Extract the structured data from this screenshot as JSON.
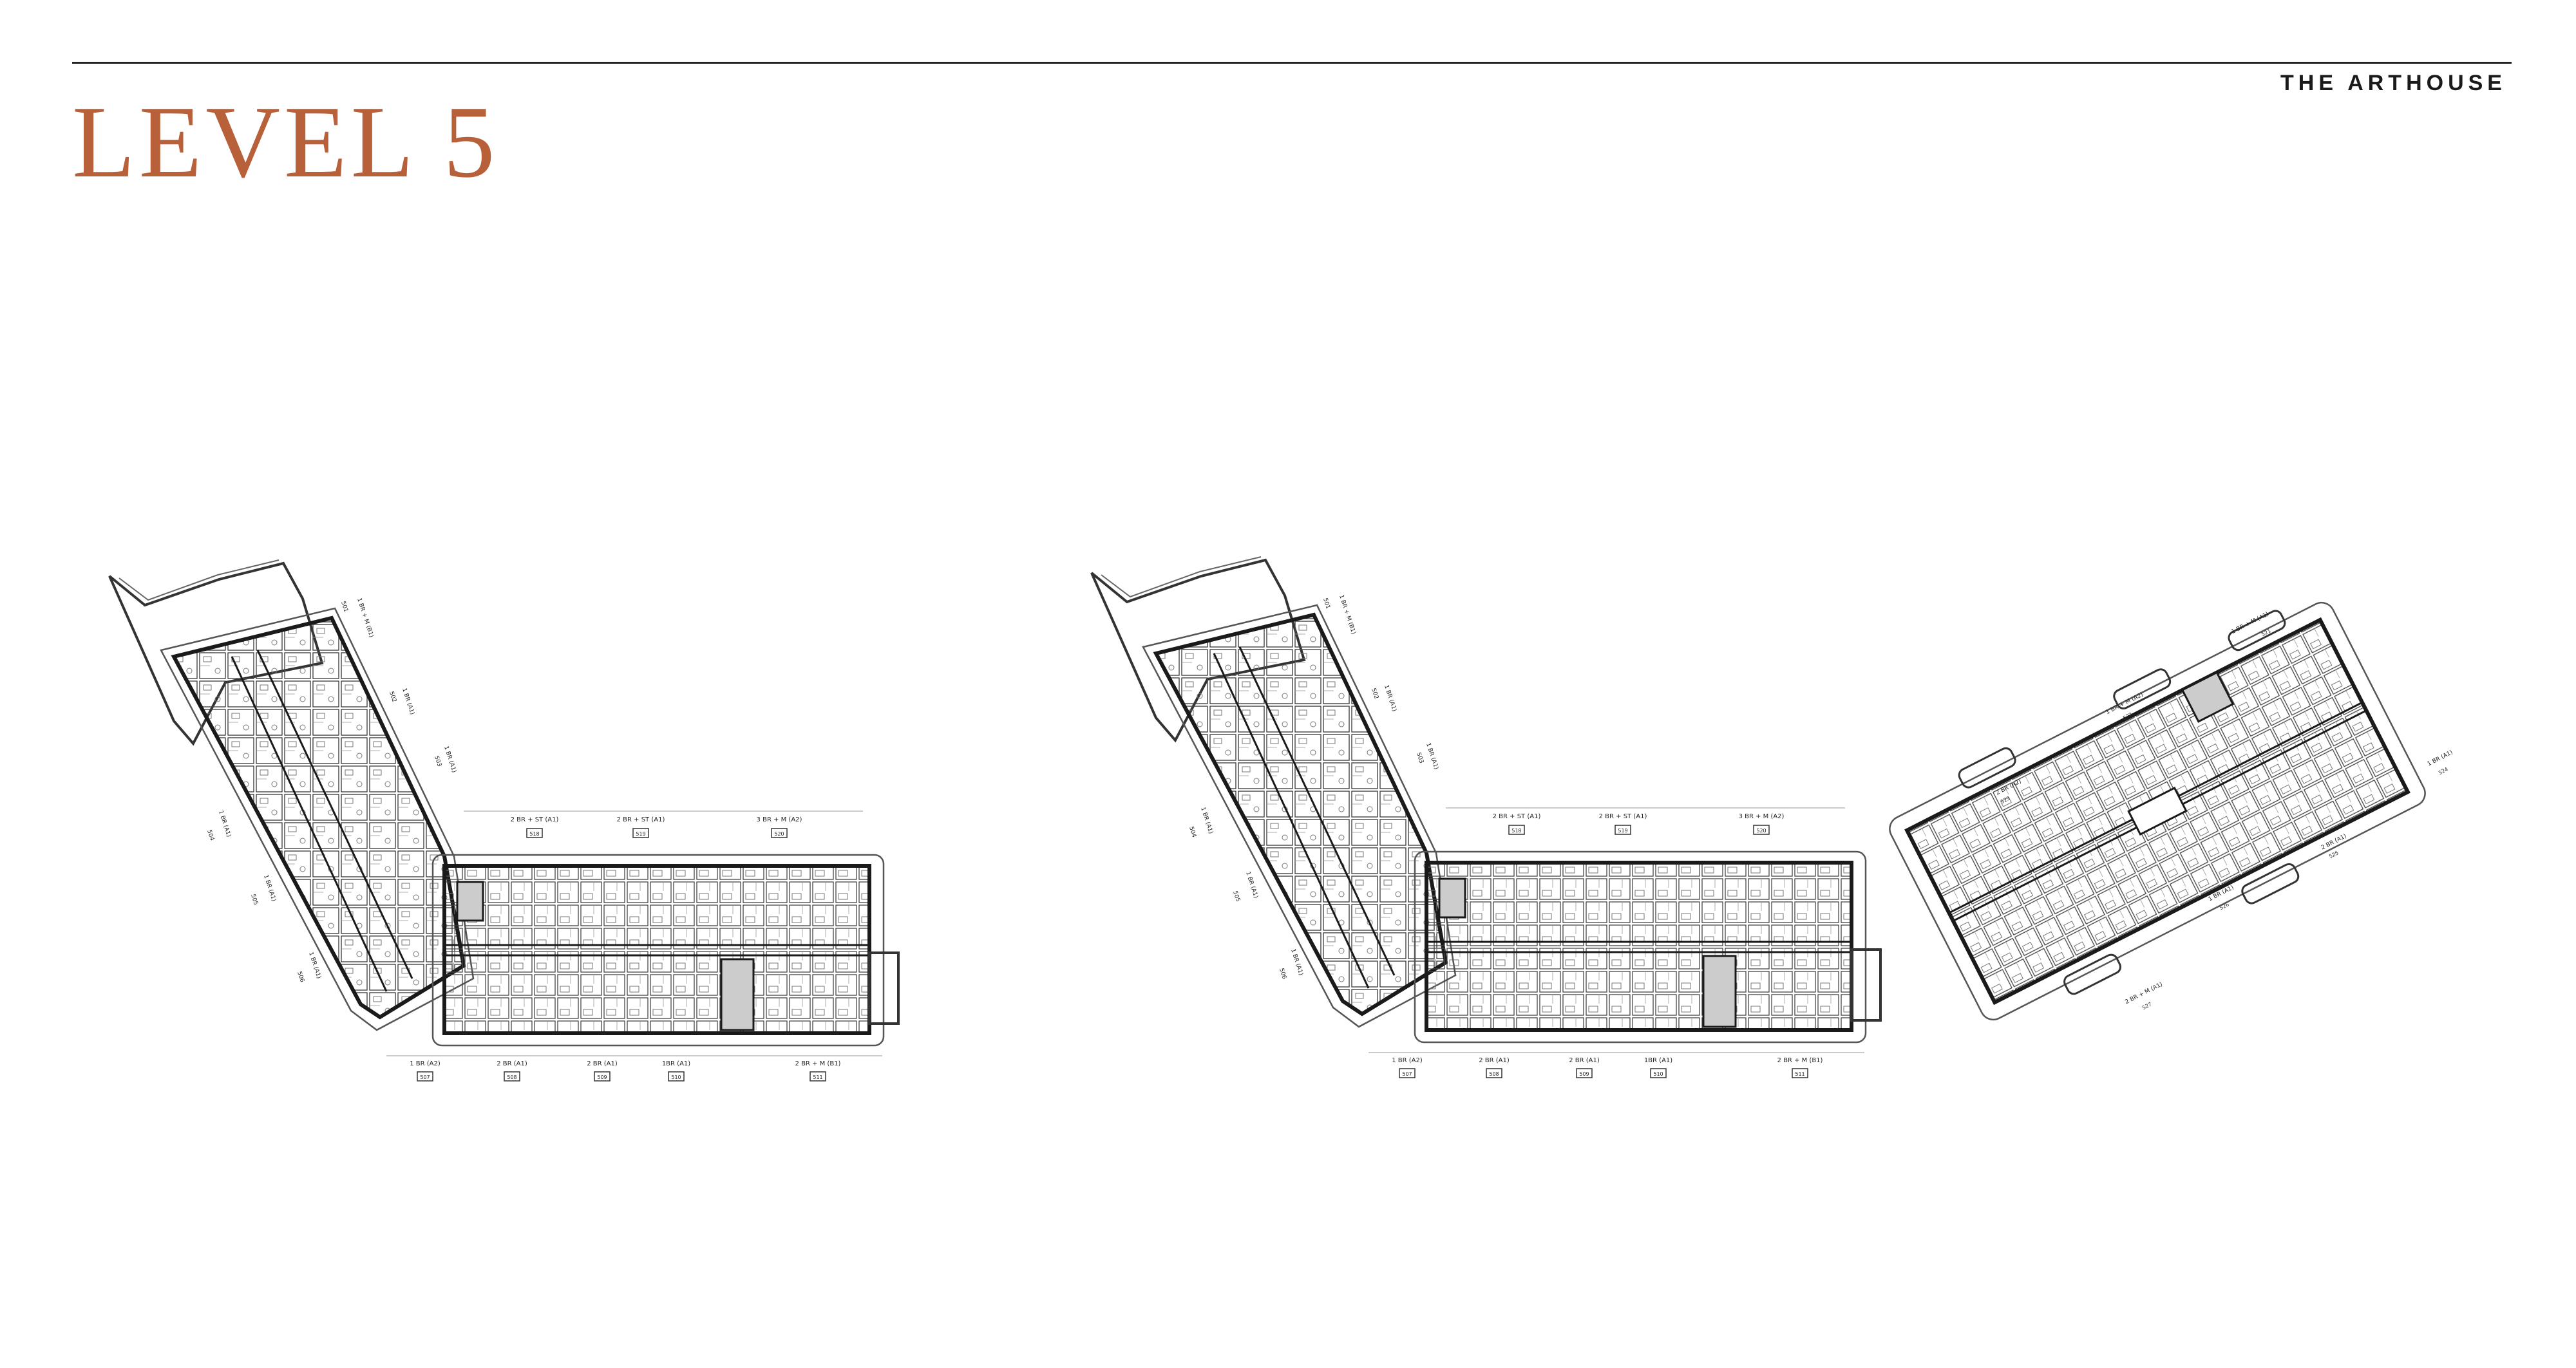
{
  "header": {
    "brand": "THE ARTHOUSE",
    "title": "LEVEL 5",
    "title_color": "#b8603a"
  },
  "plans": [
    {
      "id": "plan-a",
      "top_labels": [
        {
          "type": "2 BR + ST (A1)",
          "unit": "518"
        },
        {
          "type": "2 BR + ST (A1)",
          "unit": "519"
        },
        {
          "type": "3 BR + M (A2)",
          "unit": "520"
        }
      ],
      "bottom_labels": [
        {
          "type": "1 BR (A2)",
          "unit": "507"
        },
        {
          "type": "2 BR (A1)",
          "unit": "508"
        },
        {
          "type": "2 BR (A1)",
          "unit": "509"
        },
        {
          "type": "1BR (A1)",
          "unit": "510"
        },
        {
          "type": "2 BR + M (B1)",
          "unit": "511"
        }
      ],
      "wing_labels": [
        {
          "type": "1 BR + M (B1)",
          "unit": "501"
        },
        {
          "type": "1 BR (A1)",
          "unit": "502"
        },
        {
          "type": "1 BR (A1)",
          "unit": "503"
        },
        {
          "type": "1 BR (A1)",
          "unit": "504"
        },
        {
          "type": "1 BR (A1)",
          "unit": "505"
        },
        {
          "type": "1 BR (A1)",
          "unit": "506"
        }
      ]
    },
    {
      "id": "plan-b",
      "top_labels": [
        {
          "type": "2 BR + ST (A1)",
          "unit": "518"
        },
        {
          "type": "2 BR + ST (A1)",
          "unit": "519"
        },
        {
          "type": "3 BR + M (A2)",
          "unit": "520"
        }
      ],
      "bottom_labels": [
        {
          "type": "1 BR (A2)",
          "unit": "507"
        },
        {
          "type": "2 BR (A1)",
          "unit": "508"
        },
        {
          "type": "2 BR (A1)",
          "unit": "509"
        },
        {
          "type": "1BR (A1)",
          "unit": "510"
        },
        {
          "type": "2 BR + M (B1)",
          "unit": "511"
        }
      ],
      "wing_labels": [
        {
          "type": "1 BR + M (B1)",
          "unit": "501"
        },
        {
          "type": "1 BR (A1)",
          "unit": "502"
        },
        {
          "type": "1 BR (A1)",
          "unit": "503"
        },
        {
          "type": "1 BR (A1)",
          "unit": "504"
        },
        {
          "type": "1 BR (A1)",
          "unit": "505"
        },
        {
          "type": "1 BR (A1)",
          "unit": "506"
        }
      ]
    },
    {
      "id": "plan-c",
      "labels": [
        {
          "type": "1 BR + M (A1)",
          "unit": "521"
        },
        {
          "type": "1 BR + M (A2)",
          "unit": "522"
        },
        {
          "type": "2 BR (A2)",
          "unit": "523"
        },
        {
          "type": "1 BR (A1)",
          "unit": "524"
        },
        {
          "type": "2 BR (A1)",
          "unit": "525"
        },
        {
          "type": "1 BR (A1)",
          "unit": "526"
        },
        {
          "type": "2 BR + M (A1)",
          "unit": "527"
        }
      ]
    }
  ]
}
